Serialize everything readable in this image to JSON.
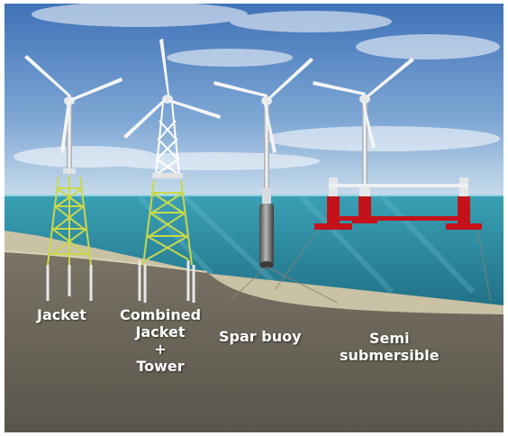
{
  "labels": {
    "jacket": "Jacket",
    "combined_line1": "Combined",
    "combined_line2": "Jacket",
    "combined_line3": "+",
    "combined_line4": "Tower",
    "spar": "Spar buoy",
    "semi_line1": "Semi",
    "semi_line2": "submersible"
  },
  "colors": {
    "sky_top": "#3f72b8",
    "sky_bottom": "#c8dcec",
    "sea_top": "#2f93a8",
    "sea_bottom": "#1f6f86",
    "seabed": "#c9c2a4",
    "ground": "#6b655a",
    "lattice": "#c9d94a",
    "float_red": "#c4121a",
    "tower_white": "#eef0f2"
  }
}
